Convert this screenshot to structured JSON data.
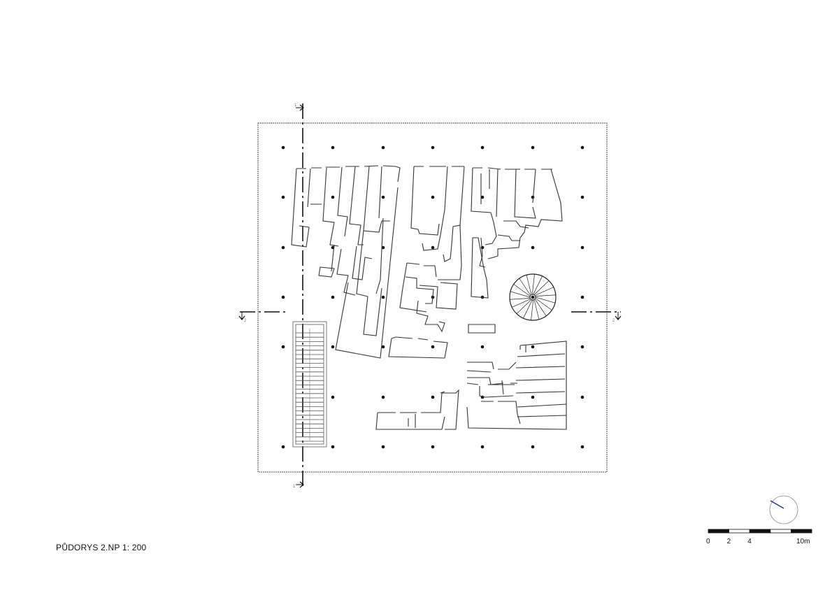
{
  "drawing": {
    "title": "PŮDORYS 2.NP 1: 200",
    "section_marks": {
      "vertical": "1",
      "horizontal": "2"
    },
    "scale_bar": {
      "labels": [
        "0",
        "2",
        "4",
        "10m"
      ],
      "segments_m": [
        2,
        2,
        2,
        2,
        2
      ]
    },
    "north_arrow": {
      "color": "#1f2f8f"
    },
    "line_color": "#333333",
    "column_color": "#111111"
  }
}
